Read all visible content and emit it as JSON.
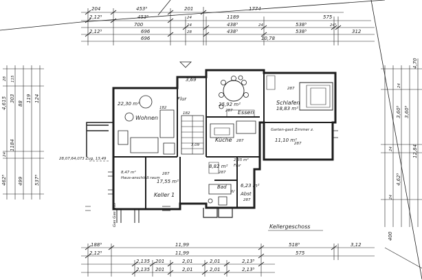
{
  "plan": {
    "title": "Kellergeschoss",
    "rooms": {
      "wohnen": {
        "name": "Wohnen",
        "area": "22,30 m²",
        "code": "182"
      },
      "essen": {
        "name": "Essen",
        "area": "25,92 m²",
        "code": "287"
      },
      "schlafen": {
        "name": "Schlafen",
        "area": "18,83 m²",
        "code": "287"
      },
      "kueche": {
        "name": "Küche",
        "code": "287"
      },
      "flur_top": {
        "name": "Flur",
        "code": "182"
      },
      "wintergarten": {
        "name": "Garten-gast Zimmer z.",
        "area": "11,10 m²",
        "code": "287"
      },
      "hausanschluss": {
        "name": "Haus-anschluß raum",
        "area": "8,47 m²"
      },
      "keller1": {
        "name": "Keller 1",
        "area": "17,55 m²",
        "code": "287"
      },
      "flur_bottom": {
        "name": "Flur",
        "area": "8,82 m²",
        "extra": "2,35 m²",
        "code": "287"
      },
      "bad": {
        "name": "Bad",
        "code": "IV"
      },
      "abst": {
        "name": "Abst",
        "area": "6,23 m²",
        "code": "287"
      }
    },
    "labels": {
      "top_small_area": "3,69",
      "stair": "3,09"
    },
    "dims_top_row1": [
      "204",
      "453⁵",
      "201",
      "1774"
    ],
    "dims_top_row2": [
      "2,12⁵",
      "453⁵",
      "24",
      "1189",
      "575"
    ],
    "dims_top_row3": [
      "700",
      "24",
      "438⁵",
      "24",
      "538⁵",
      "24⁵",
      "312"
    ],
    "dims_top_row4": [
      "2,12⁵",
      "696",
      "28",
      "438⁵",
      "538⁵"
    ],
    "dims_top_row5": [
      "696",
      "10,78"
    ],
    "dims_bot_row1": [
      "188⁵",
      "11,99",
      "518⁵",
      "3,12"
    ],
    "dims_bot_row2": [
      "2,12⁵",
      "11,99",
      "575"
    ],
    "dims_bot_row3": [
      "2,135",
      "201",
      "2,01",
      "2,01",
      "2,13⁵"
    ],
    "dims_bot_row4": [
      "2,135",
      "201",
      "2,01",
      "2,01",
      "2,13⁵"
    ],
    "dims_left": [
      "28",
      "115",
      "24",
      "124",
      "303",
      "4,615",
      "88",
      "119",
      "24",
      "1184",
      "24",
      "462⁵",
      "499",
      "537⁵"
    ],
    "dims_right": [
      "4,70",
      "24",
      "3,60⁵",
      "3,60⁵",
      "4,62⁵",
      "24",
      "12,84",
      "24",
      "400"
    ],
    "notes": {
      "left_note": "28,07,64,073 Zug, 13,49",
      "bottom_note": "Gas Gas Gas"
    }
  }
}
